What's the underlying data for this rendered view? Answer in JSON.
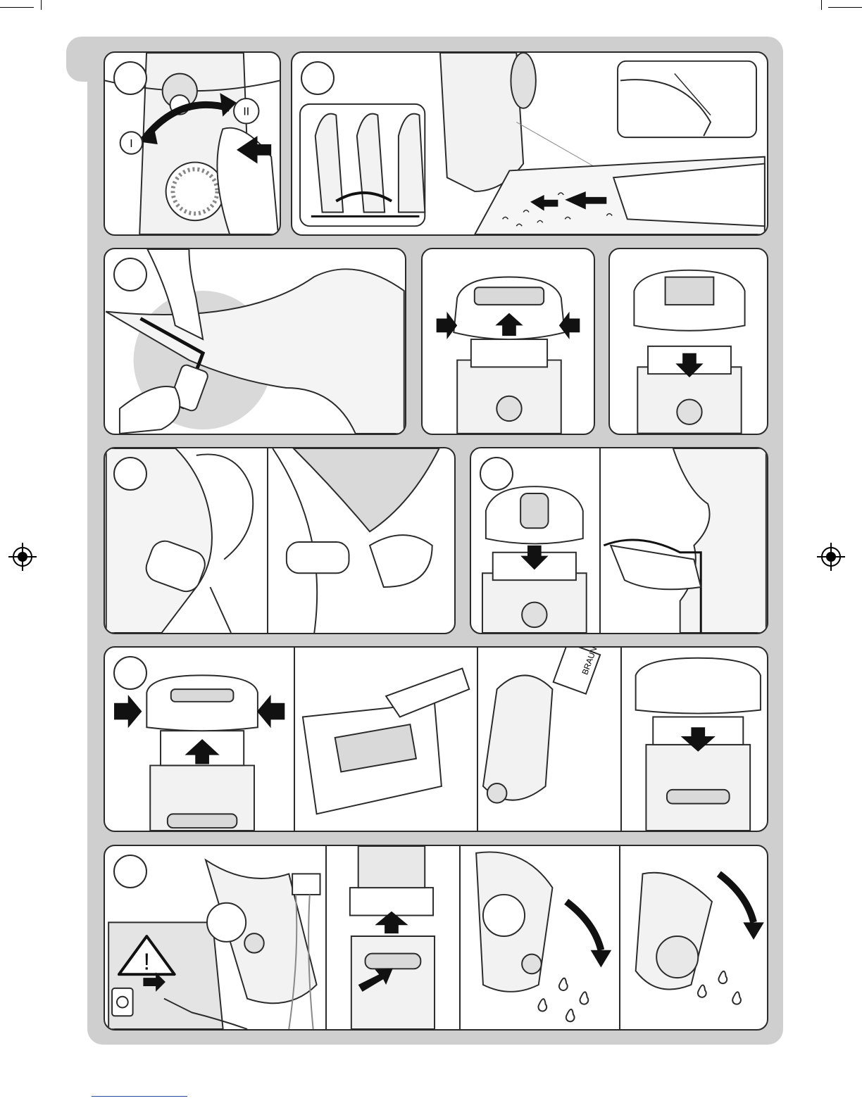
{
  "symbols": {
    "setting_one": "I",
    "setting_two": "II",
    "warning": "!",
    "brand": "BRAUN"
  },
  "colors": {
    "panel_background": "#cfcfcf",
    "line": "#2a2a2a",
    "shade": "#d9d9d9"
  },
  "icons": [
    "registration-mark-icon",
    "step-number-icon",
    "arrow-icon",
    "warning-triangle-icon",
    "water-drop-icon",
    "wall-socket-icon"
  ]
}
